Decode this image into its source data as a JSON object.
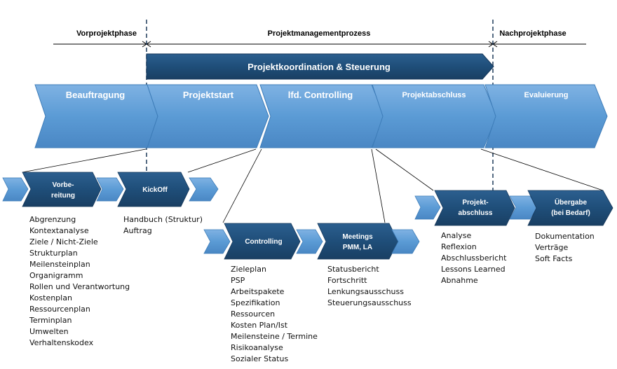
{
  "phases": {
    "pre": "Vorprojektphase",
    "main": "Projektmanagementprozess",
    "post": "Nachprojektphase"
  },
  "coordination_bar": "Projektkoordination & Steuerung",
  "main_chevrons": [
    "Beauftragung",
    "Projektstart",
    "lfd. Controlling",
    "Projektabschluss",
    "Evaluierung"
  ],
  "sub_boxes": {
    "vorbereitung": [
      "Vorbe-",
      "reitung"
    ],
    "kickoff": [
      "KickOff"
    ],
    "controlling": [
      "Controlling"
    ],
    "meetings": [
      "Meetings",
      "PMM, LA"
    ],
    "projektabschluss": [
      "Projekt-",
      "abschluss"
    ],
    "uebergabe": [
      "Übergabe",
      "(bei Bedarf)"
    ]
  },
  "lists": {
    "vorbereitung": [
      "Abgrenzung",
      "Kontextanalyse",
      "Ziele / Nicht-Ziele",
      "Strukturplan",
      "Meilensteinplan",
      "Organigramm",
      "Rollen und Verantwortung",
      "Kostenplan",
      "Ressourcenplan",
      "Terminplan",
      "Umwelten",
      "Verhaltenskodex"
    ],
    "kickoff": [
      "Handbuch (Struktur)",
      "Auftrag"
    ],
    "controlling": [
      "Zieleplan",
      "PSP",
      "Arbeitspakete",
      "Spezifikation",
      "Ressourcen",
      "Kosten Plan/Ist",
      "Meilensteine / Termine",
      "Risikoanalyse",
      "Sozialer Status"
    ],
    "meetings": [
      "Statusbericht",
      "Fortschritt",
      "Lenkungsausschuss",
      "Steuerungsausschuss"
    ],
    "projektabschluss": [
      "Analyse",
      "Reflexion",
      "Abschlussbericht",
      "Lessons Learned",
      "Abnahme"
    ],
    "uebergabe": [
      "Dokumentation",
      "Verträge",
      "Soft Facts"
    ]
  },
  "colors": {
    "dark_blue": "#1f4e79",
    "light_blue": "#5b9bd5",
    "light_blue_dark_edge": "#2e75b6"
  }
}
